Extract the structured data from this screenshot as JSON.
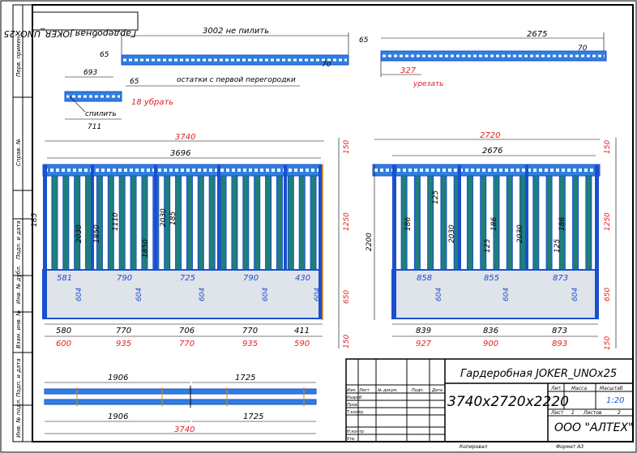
{
  "stamp": {
    "code": "Гардеробная JOKER_UNOx25"
  },
  "side_labels": [
    "Перв. примен.",
    "Справ. №",
    "Подп. и дата",
    "Инв. № дубл.",
    "Взам. инв. №",
    "Подп. и дата",
    "Инв. № подл."
  ],
  "cut_profiles": {
    "long_total": "3002 не пилить",
    "long_left_gap": "65",
    "long_right_gap": "70",
    "right_gap_left": "65",
    "right_total": "2675",
    "right_right_gap": "70",
    "right_cut": "327",
    "right_cut_note": "урезать",
    "small_total": "693",
    "small_gap": "65",
    "small_note": "остатки с первой перегородки",
    "small_cut": "18 убрать",
    "small_cut_label": "спилить",
    "small_bottom": "711"
  },
  "left_unit": {
    "width_red": "3740",
    "width_black": "3696",
    "height_top": "150",
    "height_mid": "1250",
    "height_low": "650",
    "height_bottom": "150",
    "left_side": "185",
    "bars": [
      "2030",
      "1850",
      "1110",
      "1850",
      "2030",
      "185"
    ],
    "drawer_labels": [
      "581",
      "790",
      "725",
      "790",
      "430"
    ],
    "drawer_depth": [
      "604",
      "604",
      "604",
      "604",
      "604"
    ],
    "sections_black": [
      "580",
      "770",
      "706",
      "770",
      "411"
    ],
    "sections_red": [
      "600",
      "935",
      "770",
      "935",
      "590"
    ]
  },
  "right_unit": {
    "width_red": "2720",
    "width_black": "2676",
    "height_top": "150",
    "height_mid": "1250",
    "height_low": "650",
    "height_bottom": "150",
    "left_total": "2200",
    "bars": [
      "186",
      "125",
      "2030",
      "186",
      "125",
      "2030",
      "186",
      "125"
    ],
    "drawer_labels": [
      "858",
      "855",
      "873"
    ],
    "drawer_depth": [
      "604",
      "604",
      "604"
    ],
    "sections_black": [
      "839",
      "836",
      "873"
    ],
    "sections_red": [
      "927",
      "900",
      "893"
    ]
  },
  "bottom_rails": {
    "top_left": "1906",
    "top_right": "1725",
    "bottom_left": "1906",
    "bottom_right": "1725",
    "total_red": "3740"
  },
  "title_block": {
    "title": "Гардеробная JOKER_UNOx25",
    "size": "3740x2720x2220",
    "company": "ООО \"АЛТЕХ\"",
    "scale_label": "Масштаб",
    "mass_label": "Масса",
    "lit_label": "Лит.",
    "scale": "1:20",
    "sheet_label": "Лист",
    "sheet": "1",
    "sheets_label": "Листов",
    "sheets": "2",
    "row_labels": [
      "Изм.",
      "Лист",
      "№ докум.",
      "Подп.",
      "Дата"
    ],
    "roles": [
      "Разраб.",
      "Пров.",
      "Т.контр.",
      "Н.контр.",
      "Утв."
    ],
    "copied": "Копировал",
    "format": "Формат А3"
  }
}
